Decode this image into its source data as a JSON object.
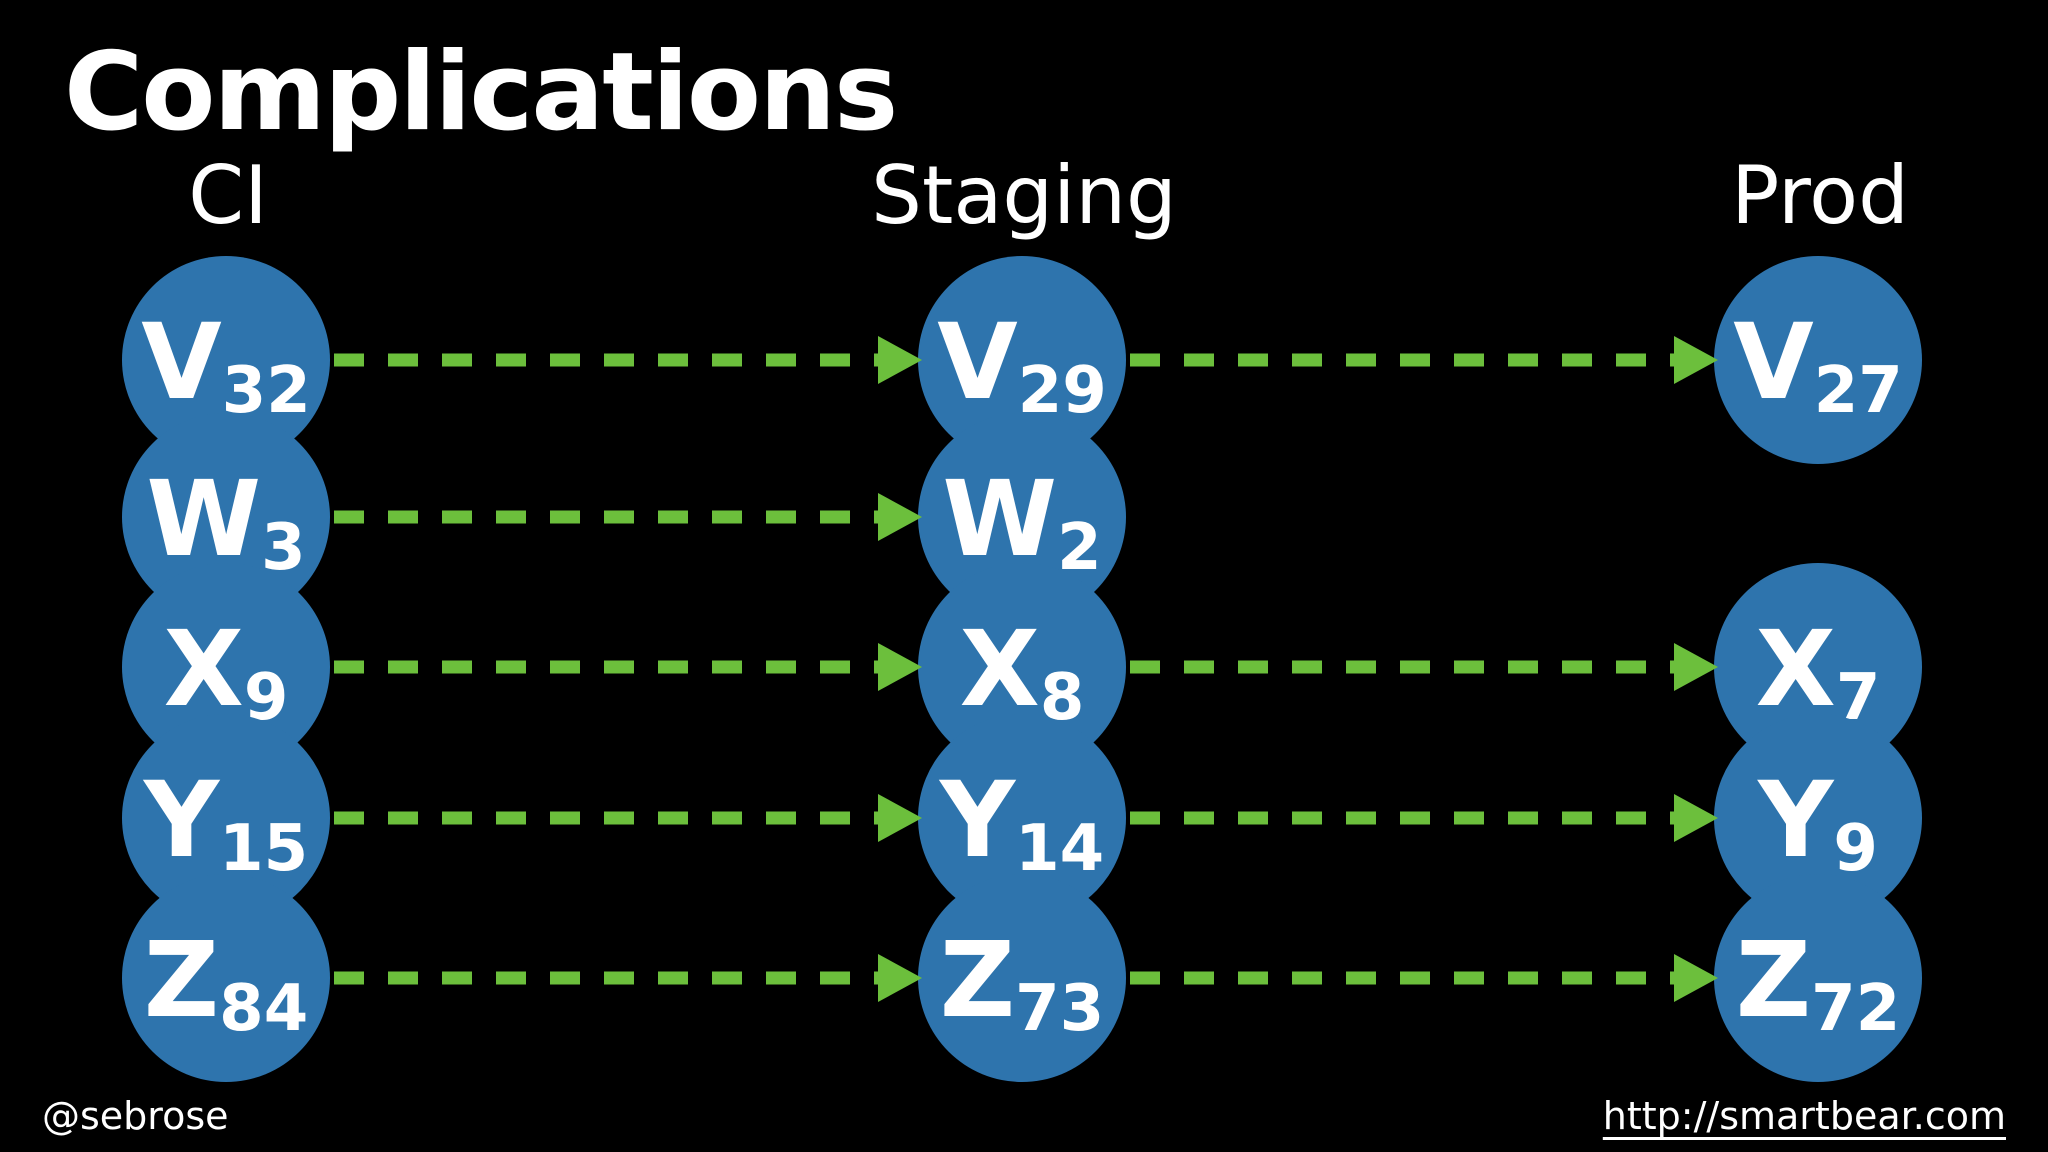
{
  "slide": {
    "title": "Complications",
    "footer_left": "@sebrose",
    "footer_right": "http://smartbear.com"
  },
  "colors": {
    "background": "#000000",
    "node_fill": "#2e74ad",
    "arrow": "#6cbf3c",
    "text": "#ffffff"
  },
  "diagram": {
    "columns": [
      {
        "id": "ci",
        "label": "CI"
      },
      {
        "id": "staging",
        "label": "Staging"
      },
      {
        "id": "prod",
        "label": "Prod"
      }
    ],
    "nodes": [
      {
        "id": "ci-v",
        "column": "ci",
        "row": "V",
        "letter": "V",
        "version": "32"
      },
      {
        "id": "ci-w",
        "column": "ci",
        "row": "W",
        "letter": "W",
        "version": "3"
      },
      {
        "id": "ci-x",
        "column": "ci",
        "row": "X",
        "letter": "X",
        "version": "9"
      },
      {
        "id": "ci-y",
        "column": "ci",
        "row": "Y",
        "letter": "Y",
        "version": "15"
      },
      {
        "id": "ci-z",
        "column": "ci",
        "row": "Z",
        "letter": "Z",
        "version": "84"
      },
      {
        "id": "staging-v",
        "column": "staging",
        "row": "V",
        "letter": "V",
        "version": "29"
      },
      {
        "id": "staging-w",
        "column": "staging",
        "row": "W",
        "letter": "W",
        "version": "2"
      },
      {
        "id": "staging-x",
        "column": "staging",
        "row": "X",
        "letter": "X",
        "version": "8"
      },
      {
        "id": "staging-y",
        "column": "staging",
        "row": "Y",
        "letter": "Y",
        "version": "14"
      },
      {
        "id": "staging-z",
        "column": "staging",
        "row": "Z",
        "letter": "Z",
        "version": "73"
      },
      {
        "id": "prod-v",
        "column": "prod",
        "row": "V",
        "letter": "V",
        "version": "27"
      },
      {
        "id": "prod-x",
        "column": "prod",
        "row": "X",
        "letter": "X",
        "version": "7"
      },
      {
        "id": "prod-y",
        "column": "prod",
        "row": "Y",
        "letter": "Y",
        "version": "9"
      },
      {
        "id": "prod-z",
        "column": "prod",
        "row": "Z",
        "letter": "Z",
        "version": "72"
      }
    ],
    "edges": [
      {
        "from": "ci-v",
        "to": "staging-v"
      },
      {
        "from": "staging-v",
        "to": "prod-v"
      },
      {
        "from": "ci-w",
        "to": "staging-w"
      },
      {
        "from": "ci-x",
        "to": "staging-x"
      },
      {
        "from": "staging-x",
        "to": "prod-x"
      },
      {
        "from": "ci-y",
        "to": "staging-y"
      },
      {
        "from": "staging-y",
        "to": "prod-y"
      },
      {
        "from": "ci-z",
        "to": "staging-z"
      },
      {
        "from": "staging-z",
        "to": "prod-z"
      }
    ]
  }
}
